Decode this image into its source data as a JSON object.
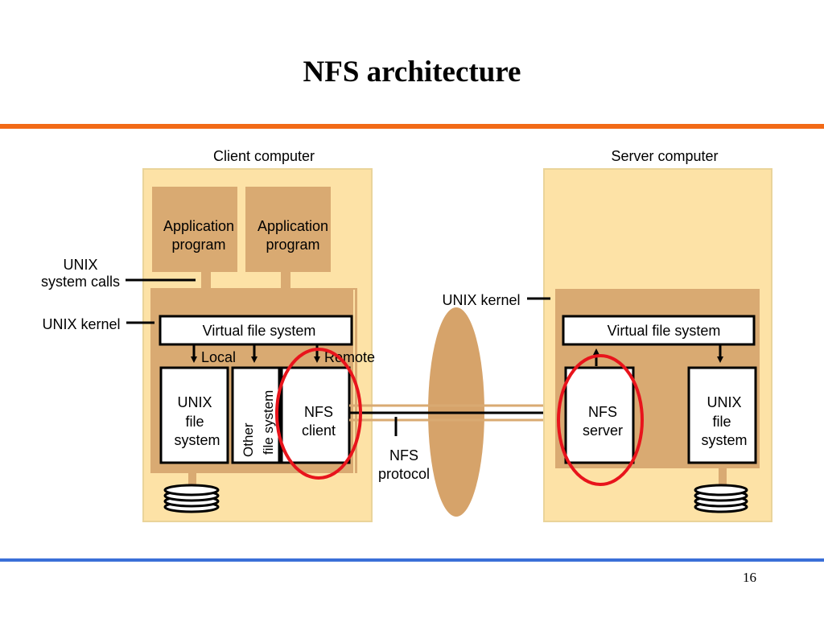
{
  "slide": {
    "title": "NFS architecture",
    "page_number": "16"
  },
  "diagram": {
    "client_label": "Client computer",
    "server_label": "Server computer",
    "app_program_1": [
      "Application",
      "program"
    ],
    "app_program_2": [
      "Application",
      "program"
    ],
    "unix_system_calls": [
      "UNIX",
      "system calls"
    ],
    "client_unix_kernel": "UNIX kernel",
    "server_unix_kernel": "UNIX kernel",
    "client_vfs": "Virtual file system",
    "server_vfs": "Virtual file system",
    "local_label": "Local",
    "remote_label": "Remote",
    "client_unix_fs": [
      "UNIX",
      "file",
      "system"
    ],
    "other_fs": [
      "Other",
      "file system"
    ],
    "nfs_client": [
      "NFS",
      "client"
    ],
    "nfs_server": [
      "NFS",
      "server"
    ],
    "server_unix_fs": [
      "UNIX",
      "file",
      "system"
    ],
    "nfs_protocol": [
      "NFS",
      "protocol"
    ]
  },
  "colors": {
    "computer_fill": "#fde2a6",
    "kernel_fill": "#d9aa72",
    "app_fill": "#d9aa72",
    "network_fill": "#d6a36a",
    "highlight_circle": "#e8141c",
    "title_rule": "#f26a16",
    "footer_rule": "#3a6fd8"
  }
}
